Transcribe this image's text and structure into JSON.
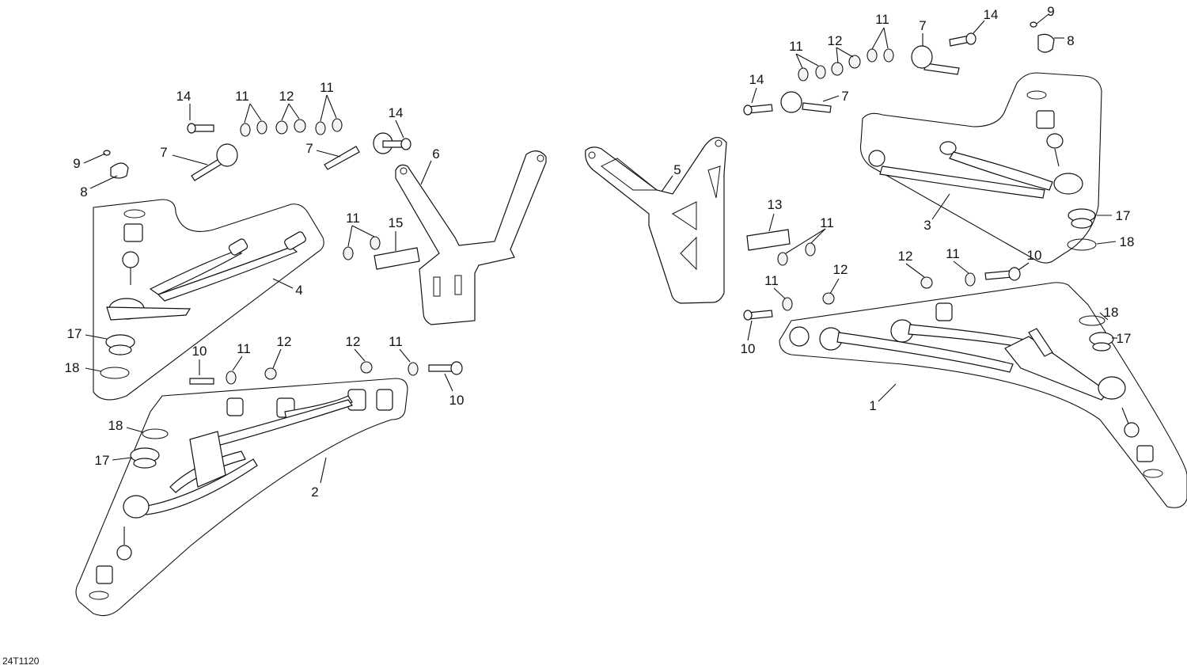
{
  "diagram_code": "24T1120",
  "callouts": {
    "c1": "1",
    "c2": "2",
    "c3": "3",
    "c4": "4",
    "c5": "5",
    "c6": "6",
    "c7a": "7",
    "c7b": "7",
    "c7c": "7",
    "c7d": "7",
    "c8a": "8",
    "c8b": "8",
    "c9a": "9",
    "c9b": "9",
    "c10a": "10",
    "c10b": "10",
    "c10c": "10",
    "c10d": "10",
    "c11a": "11",
    "c11b": "11",
    "c11c": "11",
    "c11d": "11",
    "c11e": "11",
    "c11f": "11",
    "c11g": "11",
    "c11h": "11",
    "c11i": "11",
    "c11j": "11",
    "c12a": "12",
    "c12b": "12",
    "c12c": "12",
    "c12d": "12",
    "c12e": "12",
    "c12f": "12",
    "c13": "13",
    "c14a": "14",
    "c14b": "14",
    "c14c": "14",
    "c14d": "14",
    "c15": "15",
    "c17a": "17",
    "c17b": "17",
    "c17c": "17",
    "c17d": "17",
    "c18a": "18",
    "c18b": "18",
    "c18c": "18",
    "c18d": "18"
  }
}
